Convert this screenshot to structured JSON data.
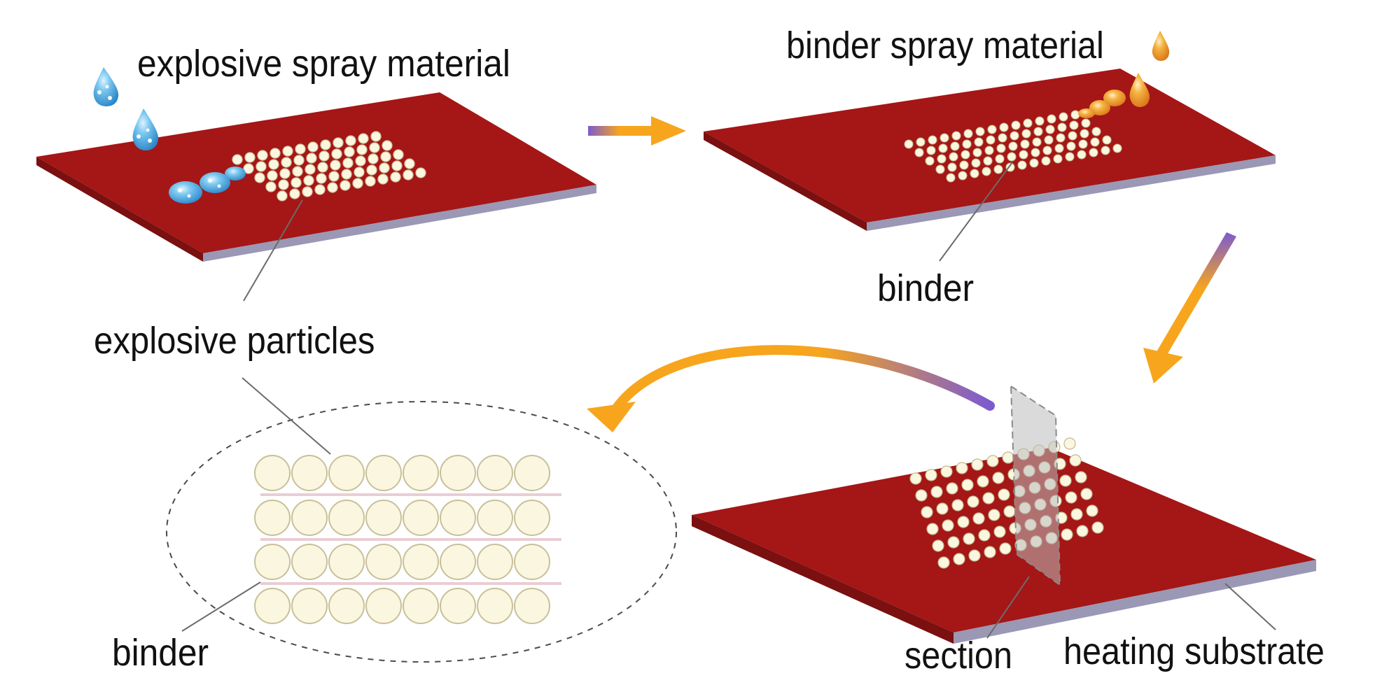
{
  "labels": {
    "explosive_spray_material": "explosive spray material",
    "binder_spray_material": "binder spray material",
    "binder_top": "binder",
    "explosive_particles": "explosive particles",
    "binder_bottom": "binder",
    "section": "section",
    "heating_substrate": "heating substrate"
  },
  "colors": {
    "substrate_top": "#a51616",
    "substrate_edge": "#9a98b4",
    "particle_fill": "#fbf6df",
    "particle_stroke": "#c8c09a",
    "droplet_blue": "#46a9e1",
    "droplet_orange": "#f09a26",
    "arrow_orange": "#f7a51d",
    "arrow_purple": "#7c5bd0",
    "binder_pink": "#e8c8d0"
  }
}
